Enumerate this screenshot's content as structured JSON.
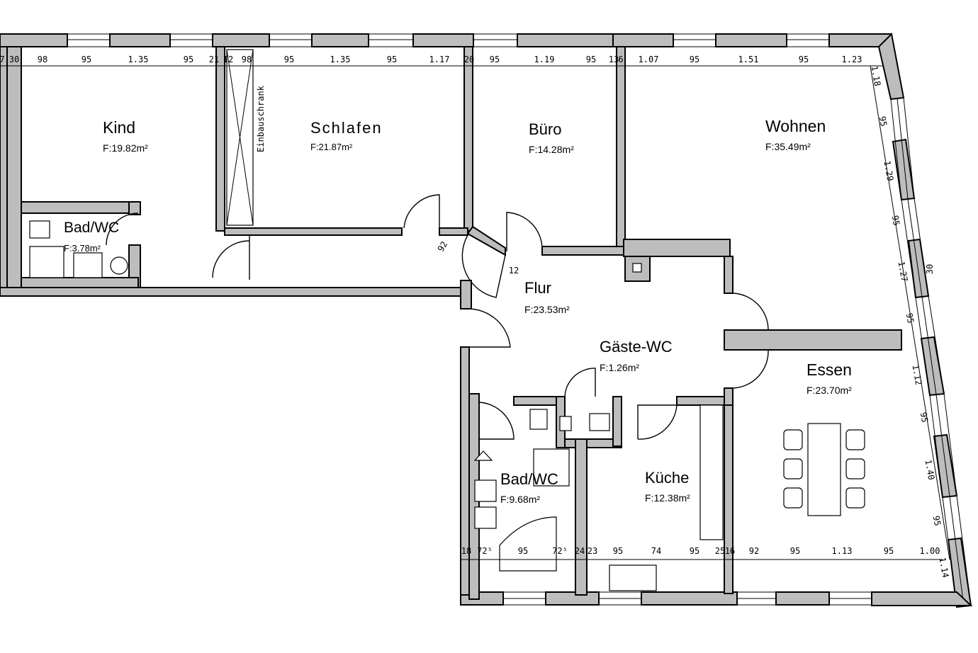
{
  "plan": {
    "colors": {
      "wall_fill": "#bdbdbd",
      "line": "#000000",
      "background": "#ffffff"
    },
    "rooms": [
      {
        "id": "kind",
        "name": "Kind",
        "area": "F:19.82m²"
      },
      {
        "id": "schlafen",
        "name": "Schlafen",
        "area": "F:21.87m²"
      },
      {
        "id": "buero",
        "name": "Büro",
        "area": "F:14.28m²"
      },
      {
        "id": "wohnen",
        "name": "Wohnen",
        "area": "F:35.49m²"
      },
      {
        "id": "bad1",
        "name": "Bad/WC",
        "area": "F:3.78m²"
      },
      {
        "id": "flur",
        "name": "Flur",
        "area": "F:23.53m²"
      },
      {
        "id": "gaeste",
        "name": "Gäste-WC",
        "area": "F:1.26m²"
      },
      {
        "id": "essen",
        "name": "Essen",
        "area": "F:23.70m²"
      },
      {
        "id": "bad2",
        "name": "Bad/WC",
        "area": "F:9.68m²"
      },
      {
        "id": "kueche",
        "name": "Küche",
        "area": "F:12.38m²"
      }
    ],
    "wardrobe_label": "Einbauschrank",
    "dims_top": [
      "7",
      "30",
      "98",
      "95",
      "1.35",
      "95",
      "21",
      "12",
      "98",
      "95",
      "1.35",
      "95",
      "1.17",
      "20",
      "95",
      "1.19",
      "95",
      "13",
      "6",
      "1.07",
      "95",
      "1.51",
      "95",
      "1.23"
    ],
    "dims_right": [
      "1.18",
      "95",
      "1.29",
      "95",
      "1.27",
      "95",
      "1.12",
      "95",
      "1.40",
      "95",
      "1.14"
    ],
    "dims_right_extra": "30",
    "dims_bottom": [
      "18",
      "72⁵",
      "95",
      "72⁵",
      "24",
      "23",
      "95",
      "74",
      "95",
      "25",
      "16",
      "92",
      "95",
      "1.13",
      "95",
      "1.00"
    ],
    "dims_door": [
      "92",
      "12"
    ]
  }
}
